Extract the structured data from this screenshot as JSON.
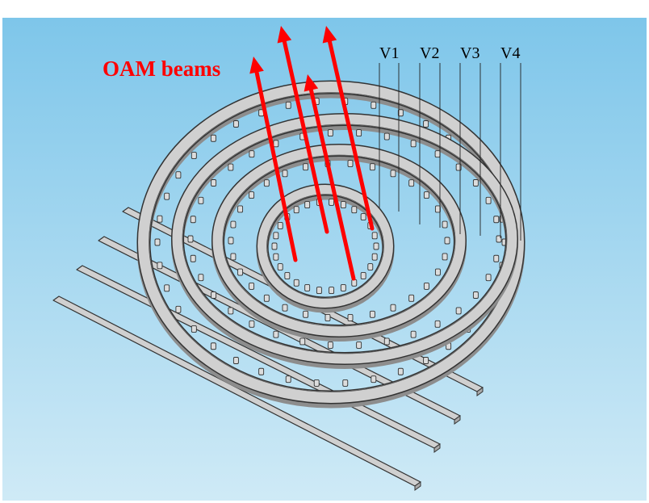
{
  "diagram": {
    "beam_label": "OAM beams",
    "ring_labels": [
      "V1",
      "V2",
      "V3",
      "V4"
    ],
    "ring_count": 4,
    "feed_line_count": 4,
    "beam_count": 4,
    "colors": {
      "background_top": "#7ec6ea",
      "background_bottom": "#cfeaf6",
      "structure": "#d0d0d0",
      "structure_edge": "#333333",
      "beam": "#ff0000",
      "label_text": "#000000"
    }
  }
}
